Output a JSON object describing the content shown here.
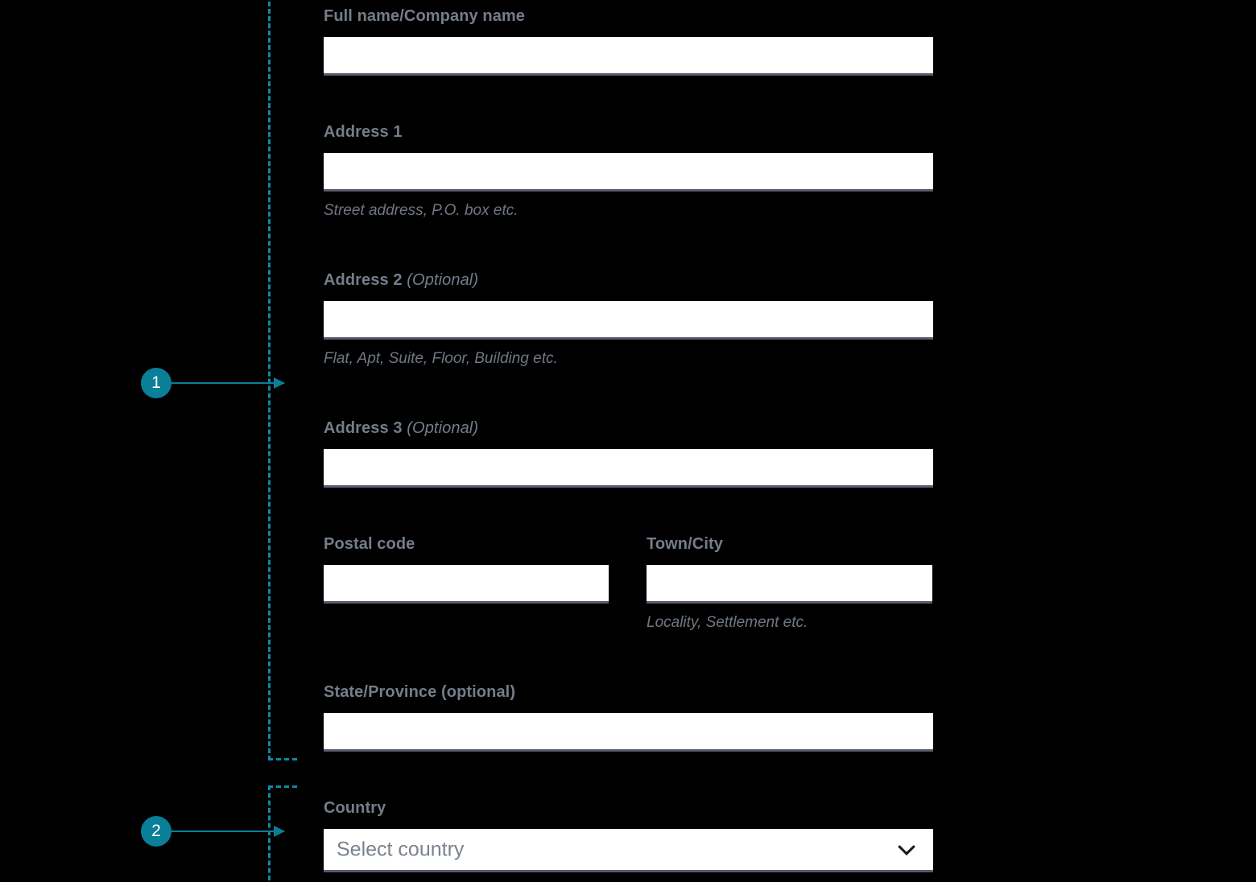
{
  "theme": {
    "background": "#000000",
    "accent_teal": "#0a7f99",
    "dash_teal": "#1089a4",
    "label_gray": "#757d89",
    "hint_gray": "#6f7783",
    "input_bg": "#ffffff",
    "input_underline": "#565c6b",
    "placeholder_gray": "#7a828d"
  },
  "annotations": [
    {
      "number": "1",
      "target": "address-block"
    },
    {
      "number": "2",
      "target": "country-block"
    }
  ],
  "form": {
    "full_name": {
      "label": "Full name/Company name",
      "value": "",
      "placeholder": ""
    },
    "address_1": {
      "label": "Address 1",
      "value": "",
      "placeholder": "",
      "hint": "Street address, P.O. box etc."
    },
    "address_2": {
      "label": "Address 2",
      "label_optional": "(Optional)",
      "value": "",
      "placeholder": "",
      "hint": "Flat, Apt, Suite, Floor, Building etc."
    },
    "address_3": {
      "label": "Address 3",
      "label_optional": "(Optional)",
      "value": "",
      "placeholder": ""
    },
    "postal_code": {
      "label": "Postal code",
      "value": "",
      "placeholder": ""
    },
    "town_city": {
      "label": "Town/City",
      "value": "",
      "placeholder": "",
      "hint": "Locality, Settlement etc."
    },
    "state_province": {
      "label": "State/Province (optional)",
      "value": "",
      "placeholder": ""
    },
    "country": {
      "label": "Country",
      "selected_label": "Select country",
      "chevron_icon": "chevron-down-icon"
    }
  }
}
